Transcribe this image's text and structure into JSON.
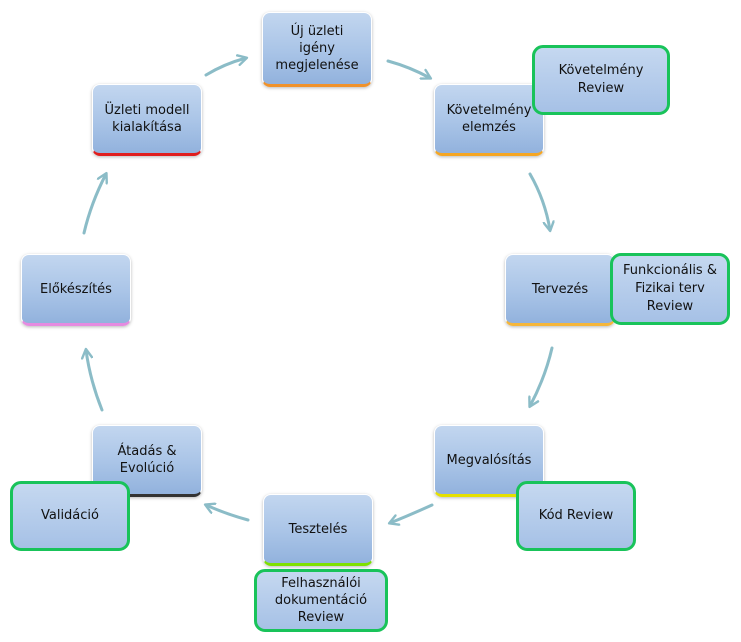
{
  "cycle": {
    "nodes": [
      {
        "id": "uj-uzleti-igeny",
        "label": "Új üzleti\nigény\nmegjelenése",
        "bottom_color": "#f0922b"
      },
      {
        "id": "kovetelmeny-elemzes",
        "label": "Követelmény\nelemzés",
        "bottom_color": "#f5a623"
      },
      {
        "id": "tervezes",
        "label": "Tervezés",
        "bottom_color": "#f5b63a"
      },
      {
        "id": "megvalositas",
        "label": "Megvalósítás",
        "bottom_color": "#e5e000"
      },
      {
        "id": "teszteles",
        "label": "Tesztelés",
        "bottom_color": "#7ee000"
      },
      {
        "id": "atadas-evolucio",
        "label": "Átadás &\nEvolúció",
        "bottom_color": "#333333"
      },
      {
        "id": "elokeszites",
        "label": "Előkészítés",
        "bottom_color": "#e58be0"
      },
      {
        "id": "uzleti-modell",
        "label": "Üzleti modell\nkialakítása",
        "bottom_color": "#e01e1e"
      }
    ],
    "arrow_color": "#8bbcc7"
  },
  "reviews": [
    {
      "id": "kovetelmeny-review",
      "label": "Követelmény\nReview"
    },
    {
      "id": "funkcionalis-fizikai-terv-review",
      "label": "Funkcionális &\nFizikai terv\nReview"
    },
    {
      "id": "kod-review",
      "label": "Kód Review"
    },
    {
      "id": "felhasznaloi-dokumentacio-review",
      "label": "Felhasználói\ndokumentáció\nReview"
    },
    {
      "id": "validacio",
      "label": "Validáció"
    }
  ],
  "colors": {
    "node_fill": "#a9c4e7",
    "review_border": "#19c35a"
  }
}
